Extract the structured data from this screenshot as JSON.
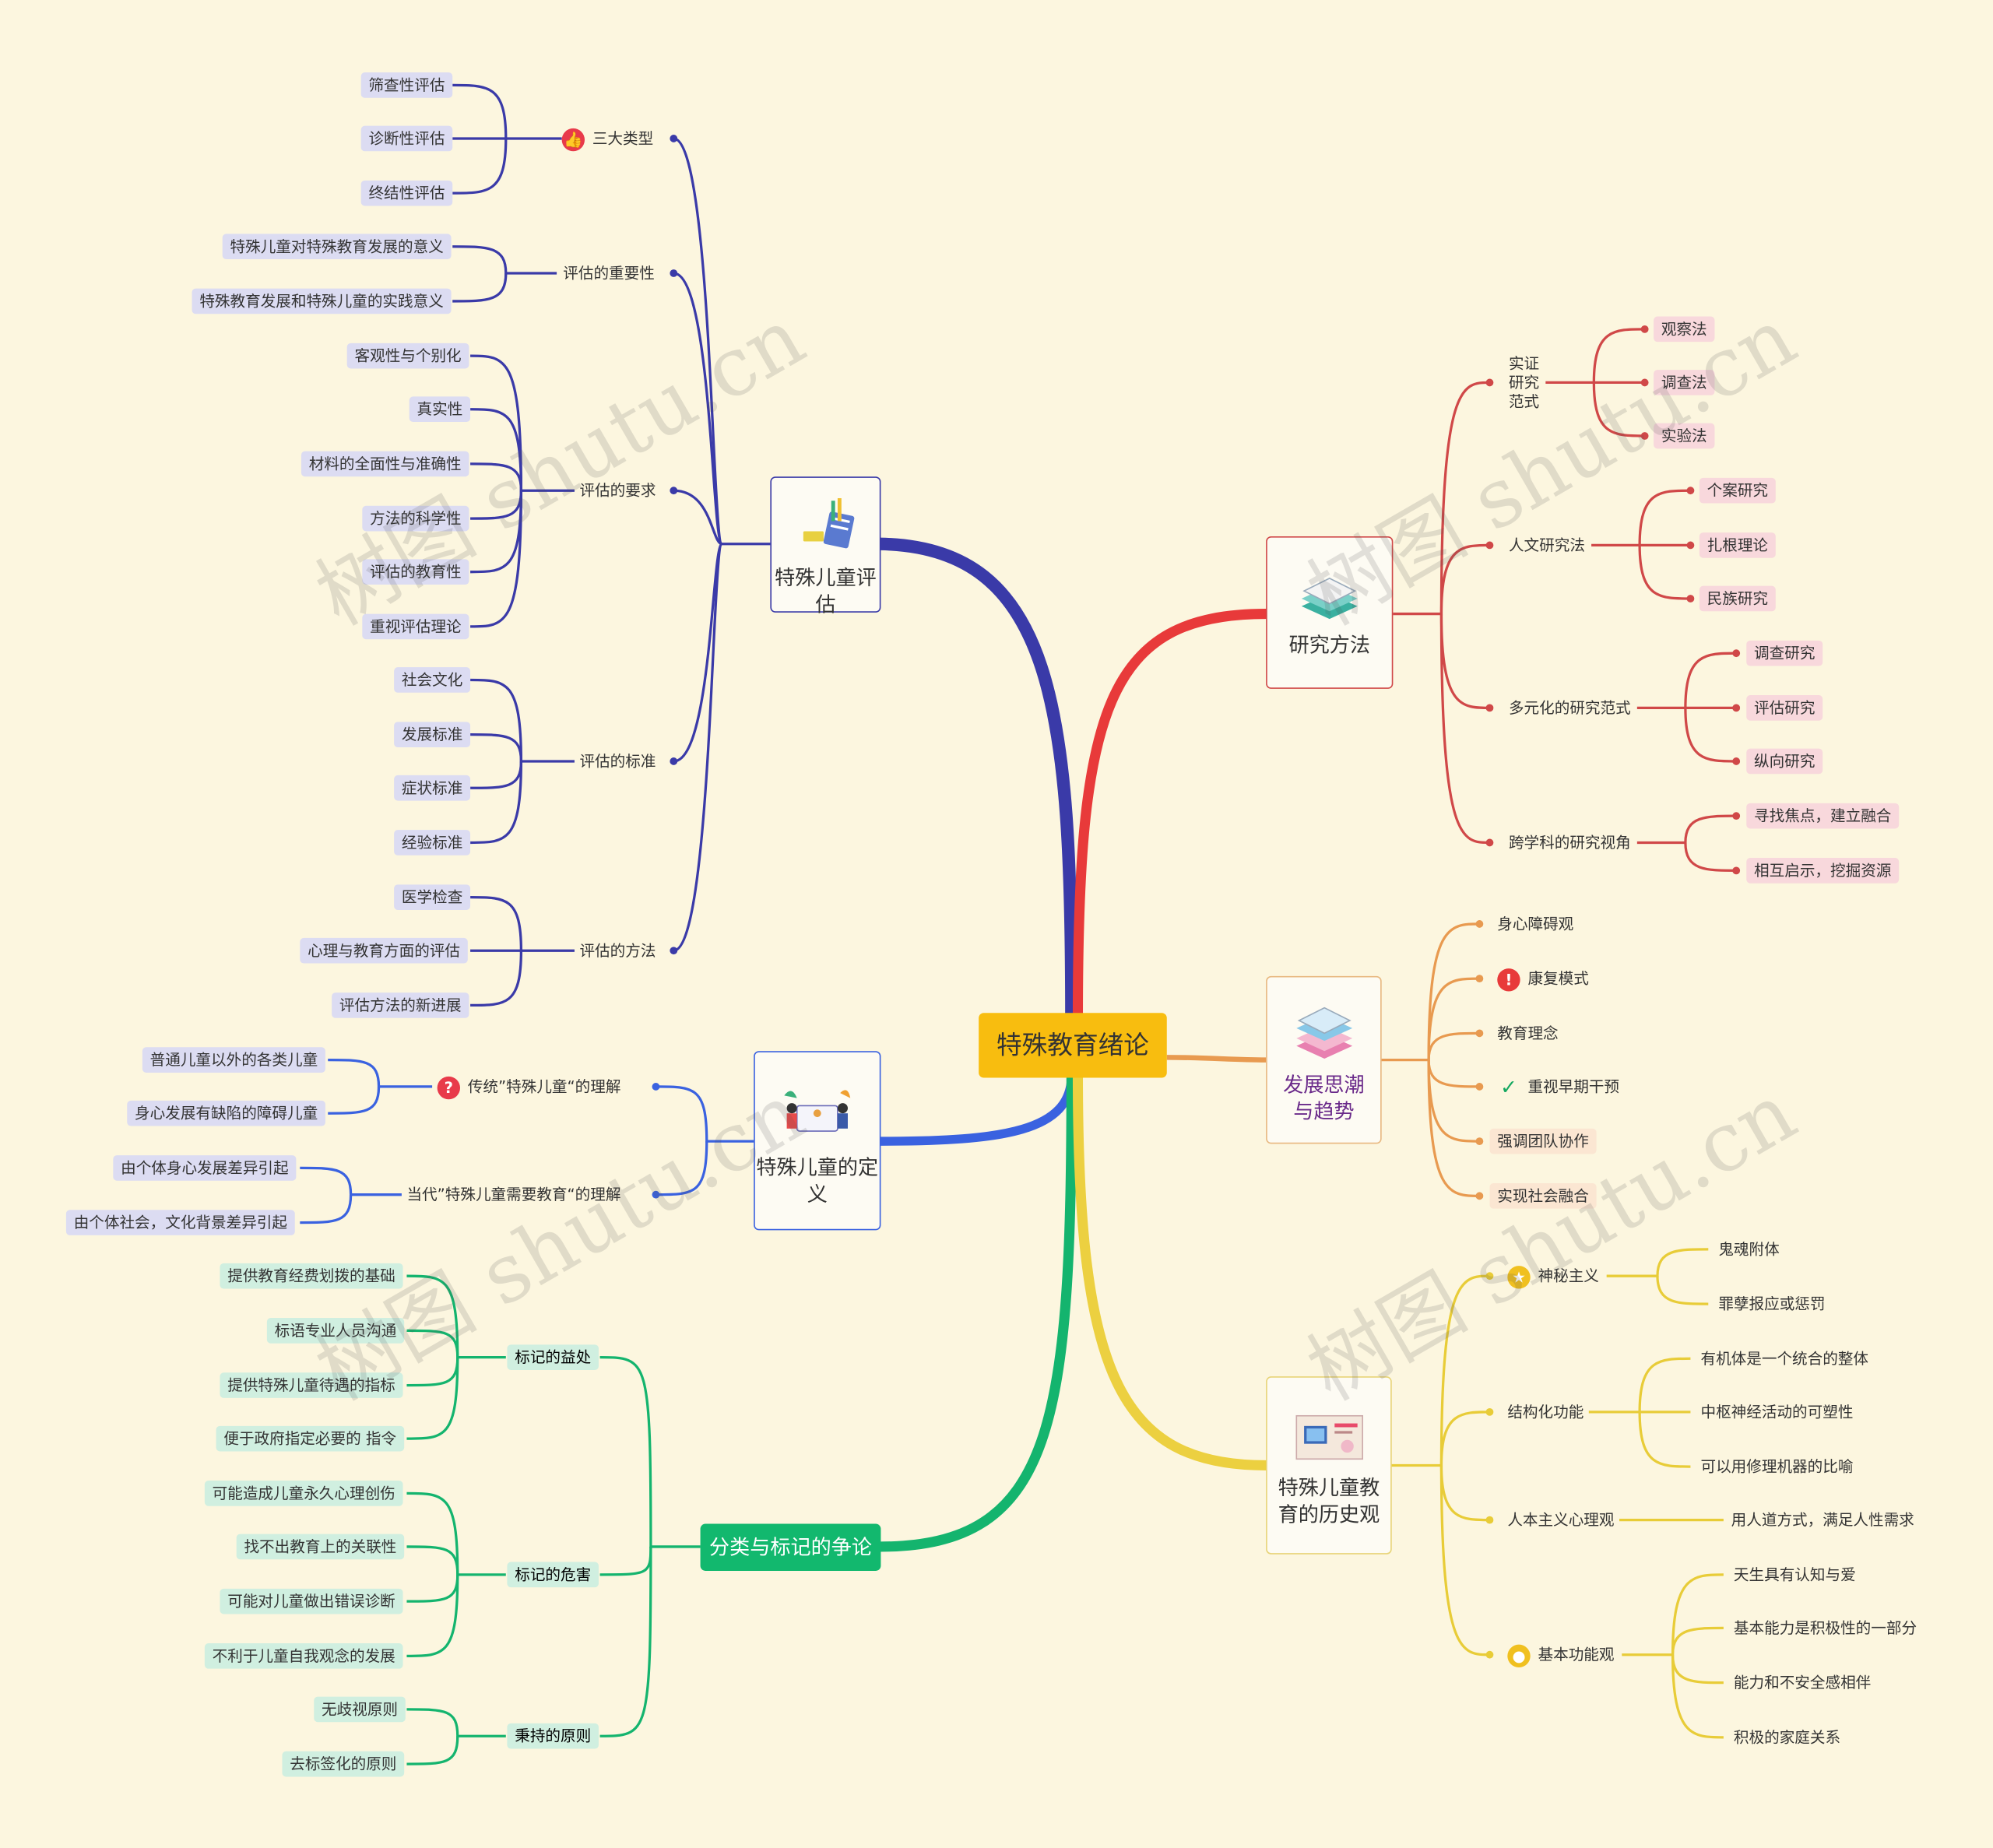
{
  "root": "特殊教育绪论",
  "watermark": "树图 shutu.cn",
  "branches": {
    "assessment": {
      "title": "特殊儿童评估",
      "three_types": {
        "label": "三大类型",
        "items": [
          "筛查性评估",
          "诊断性评估",
          "终结性评估"
        ]
      },
      "importance": {
        "label": "评估的重要性",
        "items": [
          "特殊儿童对特殊教育发展的意义",
          "特殊教育发展和特殊儿童的实践意义"
        ]
      },
      "requirements": {
        "label": "评估的要求",
        "items": [
          "客观性与个别化",
          "真实性",
          "材料的全面性与准确性",
          "方法的科学性",
          "评估的教育性",
          "重视评估理论"
        ]
      },
      "standards": {
        "label": "评估的标准",
        "items": [
          "社会文化",
          "发展标准",
          "症状标准",
          "经验标准"
        ]
      },
      "methods": {
        "label": "评估的方法",
        "items": [
          "医学检查",
          "心理与教育方面的评估",
          "评估方法的新进展"
        ]
      }
    },
    "definition": {
      "title": "特殊儿童的定义",
      "traditional": {
        "label": "传统”特殊儿童“的理解",
        "items": [
          "普通儿童以外的各类儿童",
          "身心发展有缺陷的障碍儿童"
        ]
      },
      "modern": {
        "label": "当代”特殊儿童需要教育“的理解",
        "items": [
          "由个体身心发展差异引起",
          "由个体社会，文化背景差异引起"
        ]
      }
    },
    "labeling": {
      "title": "分类与标记的争论",
      "benefits": {
        "label": "标记的益处",
        "items": [
          "提供教育经费划拨的基础",
          "标语专业人员沟通",
          "提供特殊儿童待遇的指标",
          "便于政府指定必要的 指令"
        ]
      },
      "harms": {
        "label": "标记的危害",
        "items": [
          "可能造成儿童永久心理创伤",
          "找不出教育上的关联性",
          "可能对儿童做出错误诊断",
          "不利于儿童自我观念的发展"
        ]
      },
      "principles": {
        "label": "秉持的原则",
        "items": [
          "无歧视原则",
          "去标签化的原则"
        ]
      }
    },
    "research": {
      "title": "研究方法",
      "empirical": {
        "label": "实证研究范式",
        "label_lines": [
          "实证",
          "研究",
          "范式"
        ],
        "items": [
          "观察法",
          "调查法",
          "实验法"
        ]
      },
      "humanities": {
        "label": "人文研究法",
        "items": [
          "个案研究",
          "扎根理论",
          "民族研究"
        ]
      },
      "pluralistic": {
        "label": "多元化的研究范式",
        "items": [
          "调查研究",
          "评估研究",
          "纵向研究"
        ]
      },
      "interdisciplinary": {
        "label": "跨学科的研究视角",
        "items": [
          "寻找焦点，建立融合",
          "相互启示，挖掘资源"
        ]
      }
    },
    "trends": {
      "title": "发展思潮与趋势",
      "items": [
        "身心障碍观",
        "康复模式",
        "教育理念",
        "重视早期干预",
        "强调团队协作",
        "实现社会融合"
      ]
    },
    "history": {
      "title": "特殊儿童教育的历史观",
      "mysticism": {
        "label": "神秘主义",
        "items": [
          "鬼魂附体",
          "罪孽报应或惩罚"
        ]
      },
      "structural": {
        "label": "结构化功能",
        "items": [
          "有机体是一个统合的整体",
          "中枢神经活动的可塑性",
          "可以用修理机器的比喻"
        ]
      },
      "humanistic": {
        "label": "人本主义心理观",
        "items": [
          "用人道方式，满足人性需求"
        ]
      },
      "basic": {
        "label": "基本功能观",
        "items": [
          "天生具有认知与爱",
          "基本能力是积极性的一部分",
          "能力和不安全感相伴",
          "积极的家庭关系"
        ]
      }
    }
  },
  "colors": {
    "blue": "#3a3aa8",
    "red": "#e83a3a",
    "orange": "#e89a50",
    "yellow": "#ecd040",
    "green": "#14b46e",
    "root": "#f8bd0f",
    "purple_text": "#6a2a8a"
  }
}
